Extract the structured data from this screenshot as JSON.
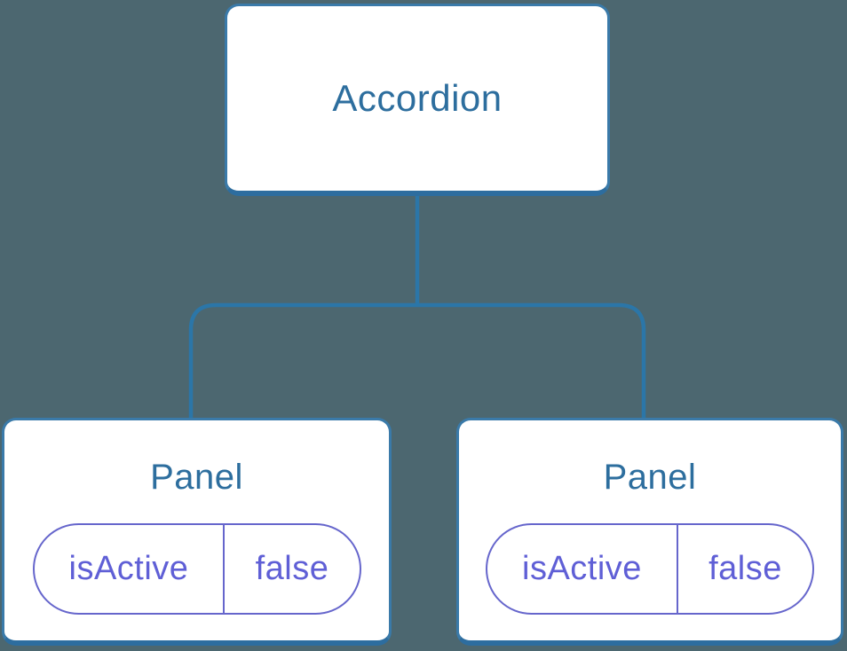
{
  "diagram_title": "component-state-tree",
  "colors": {
    "background": "#4C6770",
    "node_bg": "#FFFFFF",
    "node_border": "#3A7AA9",
    "node_border_bottom": "#2D6D9F",
    "node_text": "#2D6E9E",
    "connector": "#2B76A8",
    "state_border": "#6666CC",
    "state_text": "#5F5FD6"
  },
  "tree": {
    "root": {
      "label": "Accordion"
    },
    "children": [
      {
        "label": "Panel",
        "state": {
          "key": "isActive",
          "value": "false"
        }
      },
      {
        "label": "Panel",
        "state": {
          "key": "isActive",
          "value": "false"
        }
      }
    ]
  }
}
